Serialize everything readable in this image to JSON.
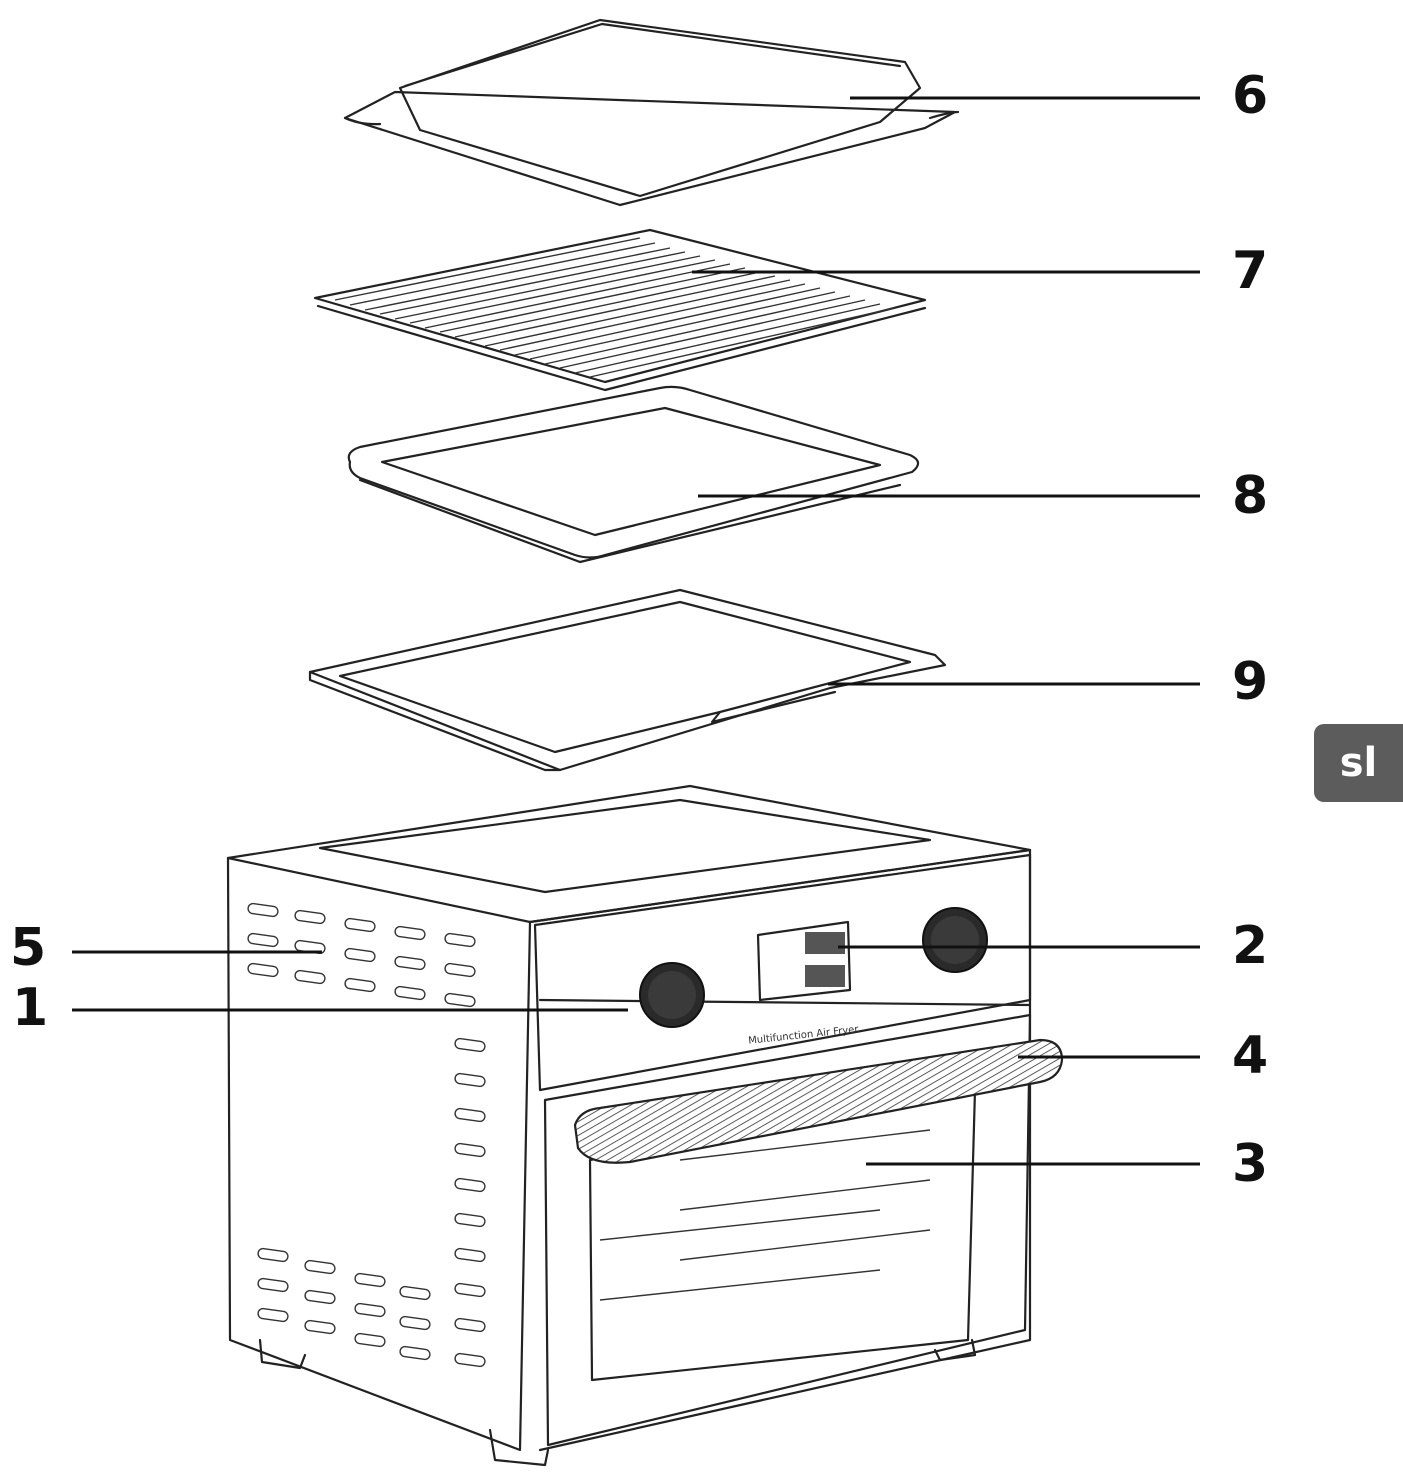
{
  "language_tab": "sl",
  "callouts": [
    {
      "id": "6",
      "text": "6"
    },
    {
      "id": "7",
      "text": "7"
    },
    {
      "id": "8",
      "text": "8"
    },
    {
      "id": "9",
      "text": "9"
    },
    {
      "id": "2",
      "text": "2"
    },
    {
      "id": "5",
      "text": "5"
    },
    {
      "id": "1",
      "text": "1"
    },
    {
      "id": "4",
      "text": "4"
    },
    {
      "id": "3",
      "text": "3"
    }
  ],
  "oven_front_text": "Multifunction Air Fryer",
  "colors": {
    "line": "#222222",
    "tab_bg": "#5c5c5c",
    "tab_text": "#ffffff"
  }
}
